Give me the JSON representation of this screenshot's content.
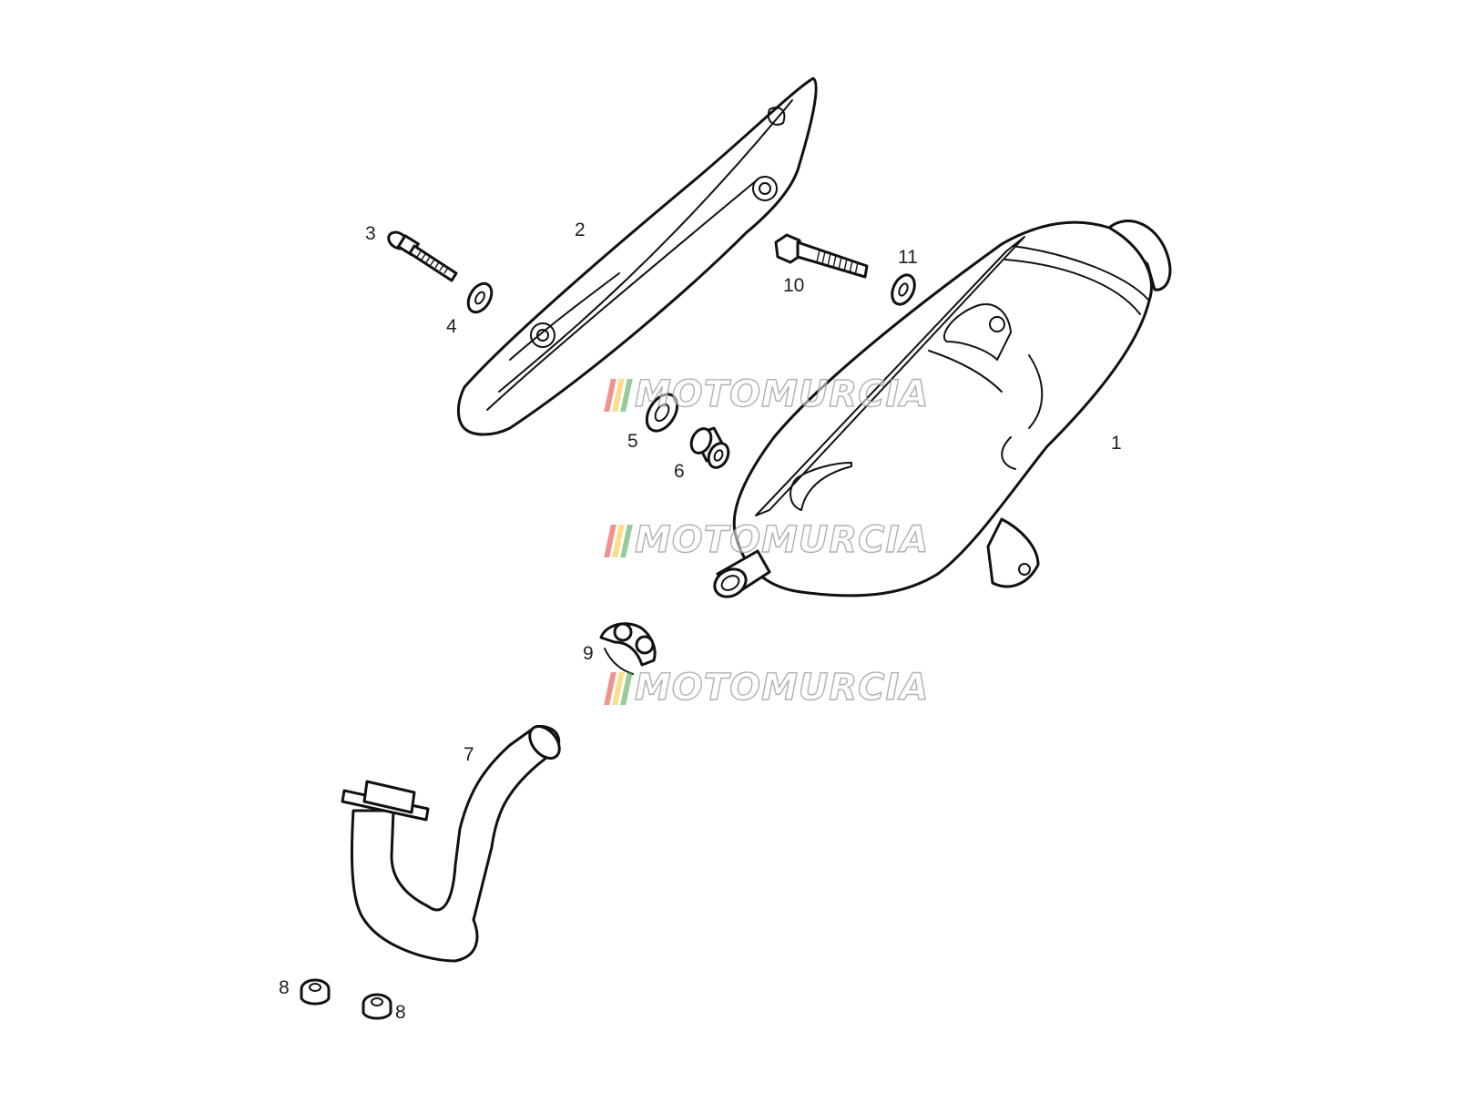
{
  "diagram": {
    "callouts": {
      "part1": "1",
      "part2": "2",
      "part3": "3",
      "part4": "4",
      "part5": "5",
      "part6": "6",
      "part7": "7",
      "part8a": "8",
      "part8b": "8",
      "part9": "9",
      "part10": "10",
      "part11": "11"
    },
    "colors": {
      "line": "#111111",
      "background": "#ffffff",
      "watermark_outline": "#969696",
      "watermark_stripe_1": "#e53935",
      "watermark_stripe_2": "#fbc02d",
      "watermark_stripe_3": "#43a047"
    }
  },
  "watermark": {
    "text": "MOTOMURCIA"
  }
}
